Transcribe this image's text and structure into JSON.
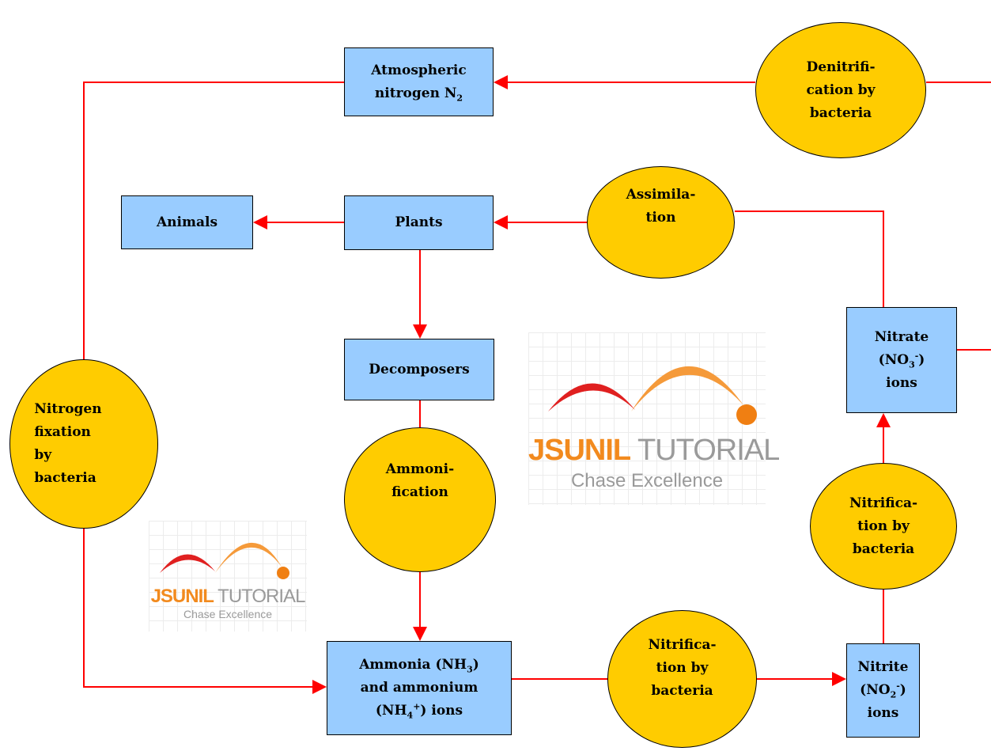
{
  "colors": {
    "box_fill": "#99ccff",
    "circle_fill": "#ffcc00",
    "connector": "#ff0000"
  },
  "nodes": {
    "atmospheric": {
      "line1": "Atmospheric",
      "line2": "nitrogen N",
      "line2_sub": "2"
    },
    "animals": {
      "label": "Animals"
    },
    "plants": {
      "label": "Plants"
    },
    "decomposers": {
      "label": "Decomposers"
    },
    "ammonia": {
      "line1_pre": "Ammonia (NH",
      "line1_sub": "3",
      "line1_post": ")",
      "line2": "and ammonium",
      "line3_pre": "(NH",
      "line3_sub": "4",
      "line3_sup": "+",
      "line3_post": ") ions"
    },
    "nitrite": {
      "line1": "Nitrite",
      "line2_pre": "(NO",
      "line2_sub": "2",
      "line2_sup": "-",
      "line2_post": ")",
      "line3": "ions"
    },
    "nitrate": {
      "line1": "Nitrate",
      "line2_pre": "(NO",
      "line2_sub": "3",
      "line2_sup": "-",
      "line2_post": ")",
      "line3": "ions"
    }
  },
  "processes": {
    "denitrification": {
      "line1": "Denitrifi-",
      "line2": "cation by",
      "line3": "bacteria"
    },
    "assimilation": {
      "line1": "Assimila-",
      "line2": "tion"
    },
    "nitrogen_fixation": {
      "line1": "Nitrogen",
      "line2": "fixation",
      "line3": "by",
      "line4": "bacteria"
    },
    "ammonification": {
      "line1": "Ammoni-",
      "line2": "fication"
    },
    "nitrification_bottom": {
      "line1": "Nitrifica-",
      "line2": "tion by",
      "line3": "bacteria"
    },
    "nitrification_right": {
      "line1": "Nitrifica-",
      "line2": "tion by",
      "line3": "bacteria"
    }
  },
  "watermark": {
    "brand_a": "JSUNIL",
    "brand_b": "TUTORIAL",
    "tagline": "Chase Excellence"
  }
}
